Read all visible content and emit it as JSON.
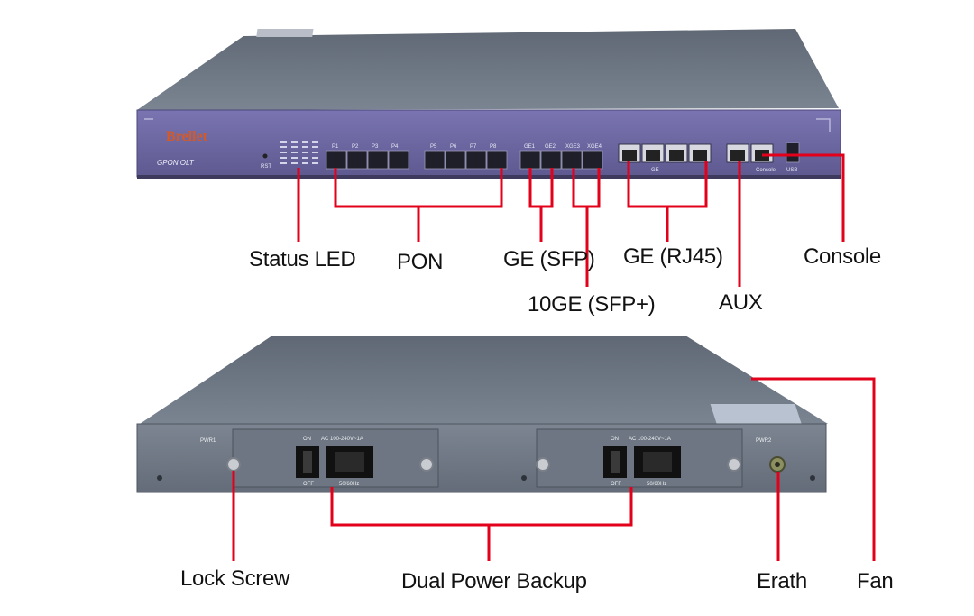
{
  "front": {
    "brand": "Brellet",
    "model": "GPON OLT",
    "rst_label": "RST",
    "pon_port_labels": [
      "P1",
      "P2",
      "P3",
      "P4",
      "P5",
      "P6",
      "P7",
      "P8"
    ],
    "sfp_port_labels": [
      "GE1",
      "GE2",
      "XGE3",
      "XGE4"
    ],
    "rj45_label": "GE",
    "console_label": "Console",
    "usb_label": "USB"
  },
  "rear": {
    "pwr1_label": "PWR1",
    "pwr2_label": "PWR2",
    "on_label": "ON",
    "off_label": "OFF",
    "rating": "AC 100-240V~1A",
    "frequency": "50/60Hz"
  },
  "callouts": {
    "status_led": "Status LED",
    "pon": "PON",
    "ge_sfp": "GE (SFP)",
    "tenge_sfp": "10GE (SFP+)",
    "ge_rj45": "GE (RJ45)",
    "aux": "AUX",
    "console": "Console",
    "lock_screw": "Lock Screw",
    "dual_power": "Dual Power Backup",
    "erath": "Erath",
    "fan": "Fan"
  },
  "colors": {
    "front_panel": "#6c67a3",
    "chassis": "#6f7884",
    "callout_line": "#e3001b"
  }
}
